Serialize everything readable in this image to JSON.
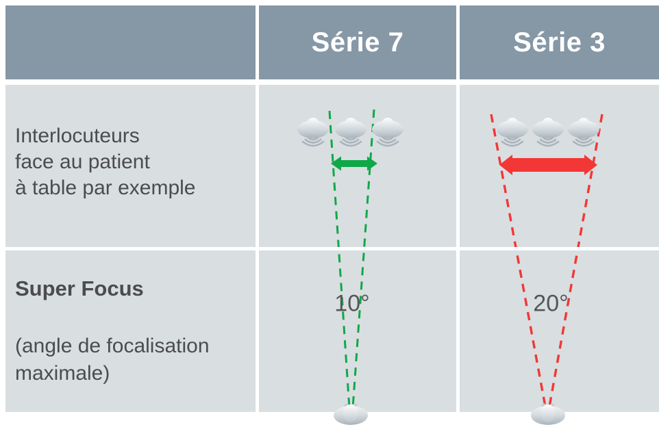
{
  "diagram": {
    "header": {
      "serie7": "Série 7",
      "serie3": "Série 3"
    },
    "rows": {
      "interlocutors": {
        "lines": [
          "Interlocuteurs",
          "face au patient",
          "à table par exemple"
        ]
      },
      "superfocus": {
        "title": "Super Focus",
        "subtitle_lines": [
          "(angle de focalisation",
          "maximale)"
        ]
      }
    },
    "angles": {
      "serie7": "10°",
      "serie3": "20°"
    },
    "colors": {
      "serie7_beam": "#0fa848",
      "serie3_beam": "#f23736",
      "header_bg": "#8697a6",
      "cell_bg": "#d9dee1",
      "header_text": "#ffffff",
      "body_text": "#4b4c4e",
      "angle_text": "#55565a",
      "icon_silver": "#c5cdd3"
    },
    "icons": {
      "interlocutor": "person-top-view-icon",
      "sound_waves": "sound-waves-icon",
      "patient": "patient-head-icon",
      "beam_width": "double-arrow-icon",
      "beam_edge": "dashed-beam-line"
    }
  }
}
